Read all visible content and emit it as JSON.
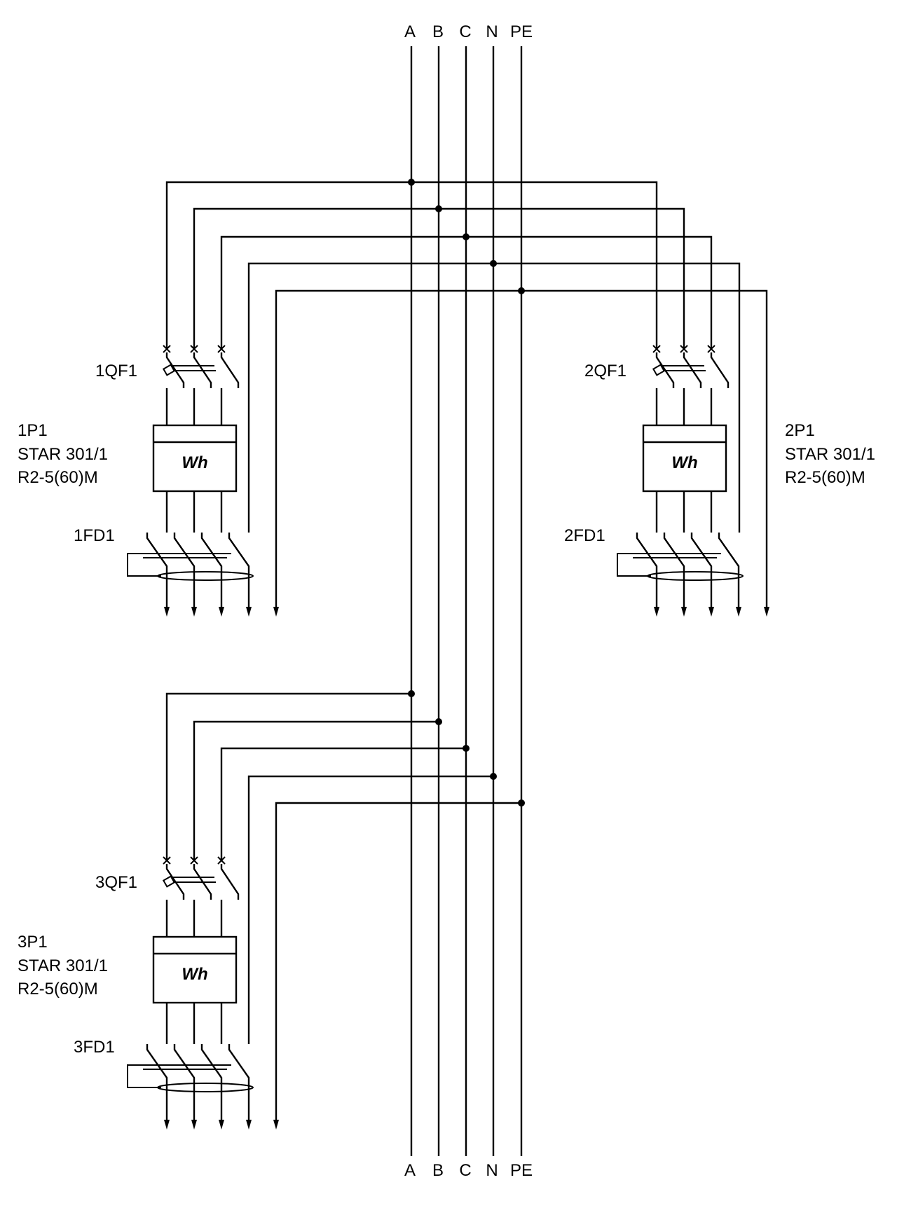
{
  "buses": {
    "top_labels": [
      "A",
      "B",
      "C",
      "N",
      "PE"
    ],
    "bottom_labels": [
      "A",
      "B",
      "C",
      "N",
      "PE"
    ]
  },
  "groups": [
    {
      "breaker": "1QF1",
      "meter_id": "1P1",
      "meter_model": "STAR 301/1",
      "meter_rating": "R2-5(60)M",
      "meter_symbol": "Wh",
      "rcd": "1FD1"
    },
    {
      "breaker": "2QF1",
      "meter_id": "2P1",
      "meter_model": "STAR 301/1",
      "meter_rating": "R2-5(60)M",
      "meter_symbol": "Wh",
      "rcd": "2FD1"
    },
    {
      "breaker": "3QF1",
      "meter_id": "3P1",
      "meter_model": "STAR 301/1",
      "meter_rating": "R2-5(60)M",
      "meter_symbol": "Wh",
      "rcd": "3FD1"
    }
  ],
  "colors": {
    "line": "#000000",
    "background": "#ffffff"
  }
}
